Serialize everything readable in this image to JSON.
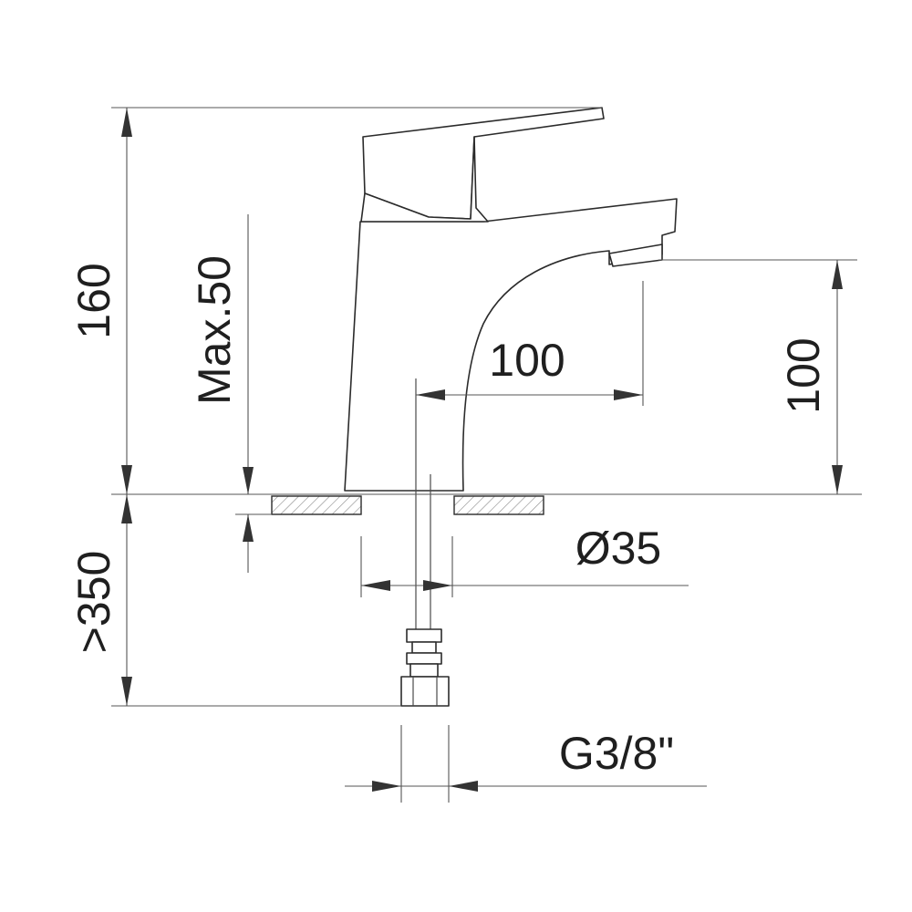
{
  "labels": {
    "total_height": "160",
    "max_thickness": "Max.50",
    "reach": "100",
    "spout_height": "100",
    "hole_diameter": "Ø35",
    "hose_length": ">350",
    "thread": "G3/8\""
  },
  "colors": {
    "line": "#2b2b2b",
    "hatch": "#8a8a8a",
    "background": "#ffffff"
  }
}
